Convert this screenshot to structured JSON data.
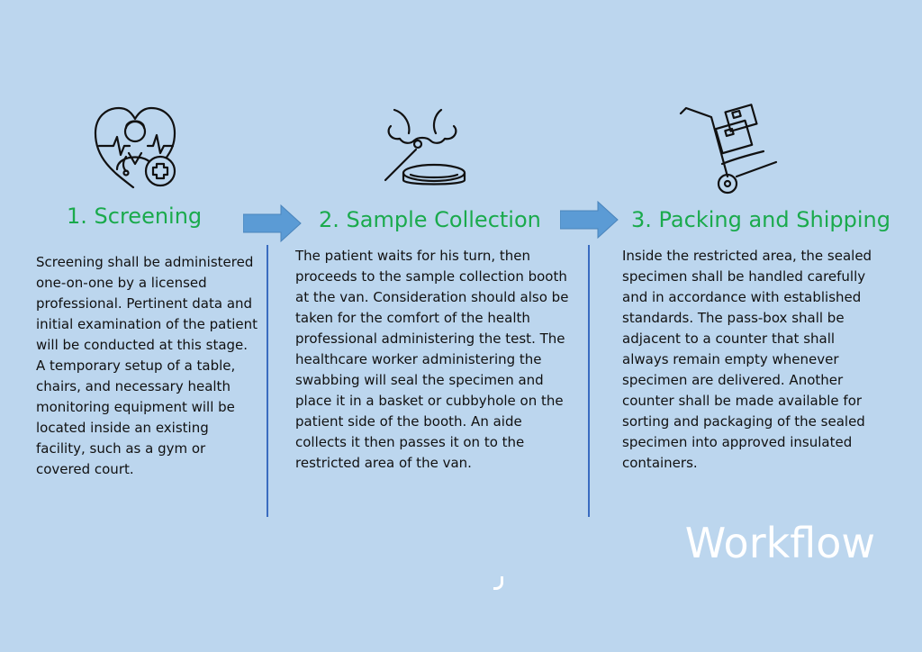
{
  "steps": [
    {
      "title": "1. Screening",
      "icon": "doctor-heart-icon",
      "text": "Screening shall be administered one-on-one by a licensed professional. Pertinent data and initial examination of the patient will be conducted at this stage. A temporary setup of a table, chairs, and necessary health monitoring equipment will be located inside an existing facility, such as a gym or covered court."
    },
    {
      "title": "2. Sample Collection",
      "icon": "nose-swab-icon",
      "text": "The patient waits for his turn, then proceeds to the sample collection booth at the van. Consideration should also be taken for the comfort of the health professional administering the test. The healthcare worker administering the swabbing will seal the specimen and place it in a basket or cubbyhole on the patient side of the booth. An aide collects it then passes it on to the restricted area of the van."
    },
    {
      "title": "3. Packing and Shipping",
      "icon": "hand-truck-boxes-icon",
      "text": "Inside the restricted area, the sealed specimen shall be handled carefully and in accordance with established standards. The pass-box shall be adjacent to a counter that shall always remain empty whenever specimen are delivered. Another counter shall be made available for sorting and packaging of the sealed specimen into approved insulated containers."
    }
  ],
  "footer": {
    "title": "Workflow"
  },
  "colors": {
    "background": "#bcd6ee",
    "title": "#1aaa4c",
    "arrow": "#5b9bd5",
    "divider": "#3a6cc0"
  }
}
